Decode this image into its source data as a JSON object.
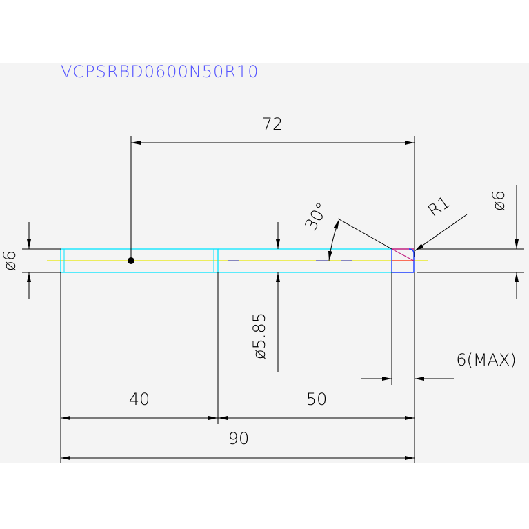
{
  "drawing": {
    "part_number": "VCPSRBD0600N50R10",
    "colors": {
      "background": "#f4f4f4",
      "title": "#5555ff",
      "dimension": "#000000",
      "body_outline": "#00e5ff",
      "center_line": "#e8e800",
      "chamfer": "#c02080",
      "tip_edge": "#1a3cff",
      "tip_axis": "#ff2020"
    },
    "dimensions": {
      "length_72": "72",
      "dia_shank_left": "ø6",
      "dia_shank_right": "ø6",
      "angle_30": "30°",
      "radius_r1": "R1",
      "dia_neck": "ø5.85",
      "max_6": "6(MAX)",
      "len_40": "40",
      "len_50": "50",
      "len_90": "90"
    }
  }
}
